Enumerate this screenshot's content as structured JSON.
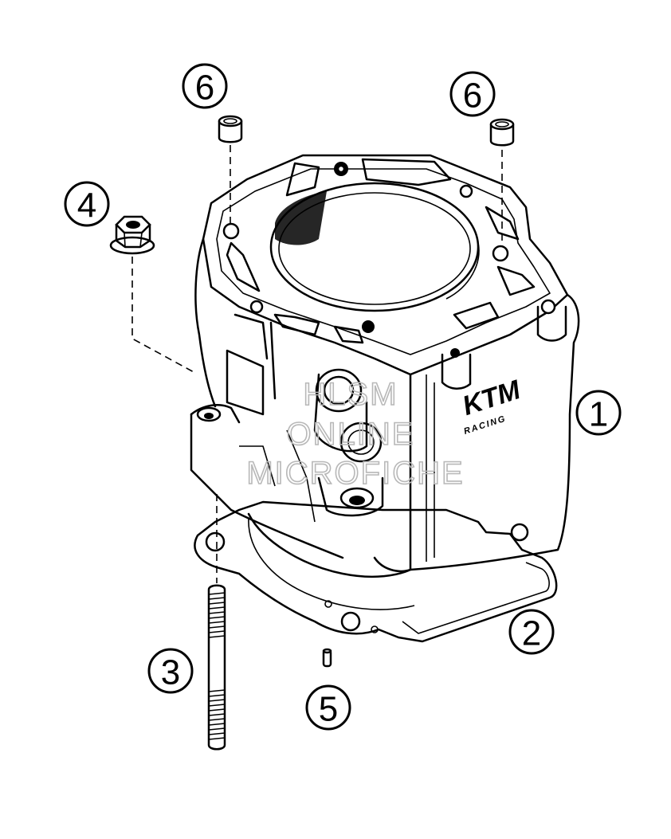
{
  "callouts": {
    "c1": "1",
    "c2": "2",
    "c3": "3",
    "c4": "4",
    "c5": "5",
    "c6a": "6",
    "c6b": "6"
  },
  "watermark": {
    "line1": "HLSM",
    "line2": "ONLINE",
    "line3": "MICROFICHE"
  },
  "brand": {
    "logo": "KTM",
    "sub": "RACING"
  },
  "colors": {
    "line": "#000000",
    "background": "#ffffff",
    "watermark": "#b8b8b8"
  }
}
